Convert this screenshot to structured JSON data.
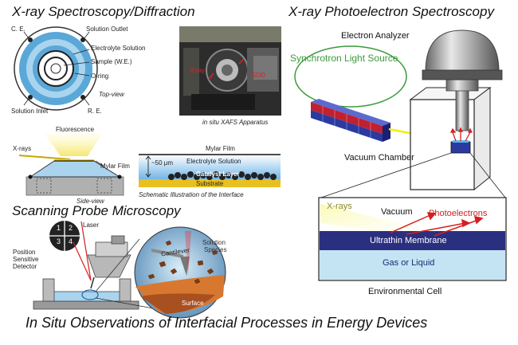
{
  "headings": {
    "xray_diffraction": "X-ray Spectroscopy/Diffraction",
    "xps": "X-ray Photoelectron Spectroscopy",
    "spm": "Scanning Probe Microscopy",
    "footer": "In Situ Observations of Interfacial Processes in Energy Devices"
  },
  "cell_top_view": {
    "ce": "C. E.",
    "solution_outlet": "Solution Outlet",
    "electrolyte": "Electrolyte Solution",
    "sample": "Sample (W.E.)",
    "oring": "O-ring",
    "view": "Top-view",
    "solution_inlet": "Solution Inlet",
    "re": "R. E."
  },
  "apparatus": {
    "caption": "in situ XAFS Apparatus",
    "xray_tag": "X-ray",
    "sdd_tag": "SDD"
  },
  "side_view": {
    "fluorescence": "Fluorescence",
    "xrays": "X-rays",
    "mylar": "Mylar Film",
    "view": "Side-view"
  },
  "interface": {
    "mylar": "Mylar Film",
    "thickness": "~50 μm",
    "electrolyte": "Electrolyte Solution",
    "catalyst": "Catalyst Layer",
    "substrate": "Substrate",
    "caption": "Schematic Illustration of the Interface"
  },
  "xps": {
    "analyzer": "Electron Analyzer",
    "synchrotron": "Synchrotron Light Source",
    "vacuum_chamber": "Vacuum Chamber",
    "xrays": "X-rays",
    "vacuum": "Vacuum",
    "photoelectrons": "Photoelectrons",
    "membrane": "Ultrathin Membrane",
    "gas": "Gas or Liquid",
    "cell": "Environmental Cell"
  },
  "spm": {
    "q1": "1",
    "q2": "2",
    "q3": "3",
    "q4": "4",
    "laser": "Laser",
    "detector_l1": "Position",
    "detector_l2": "Sensitive",
    "detector_l3": "Detector",
    "cantilever": "Cantilever",
    "solution_l1": "Solution",
    "solution_l2": "Species",
    "surface": "Surface"
  },
  "colors": {
    "cell_blue": "#5aa8d8",
    "synchrotron_green": "#3d9a3d",
    "photoelectron_red": "#d42020",
    "membrane_navy": "#2b2f80",
    "gas_blue": "#c4e4f4",
    "beam_yellow": "#f0f000"
  }
}
